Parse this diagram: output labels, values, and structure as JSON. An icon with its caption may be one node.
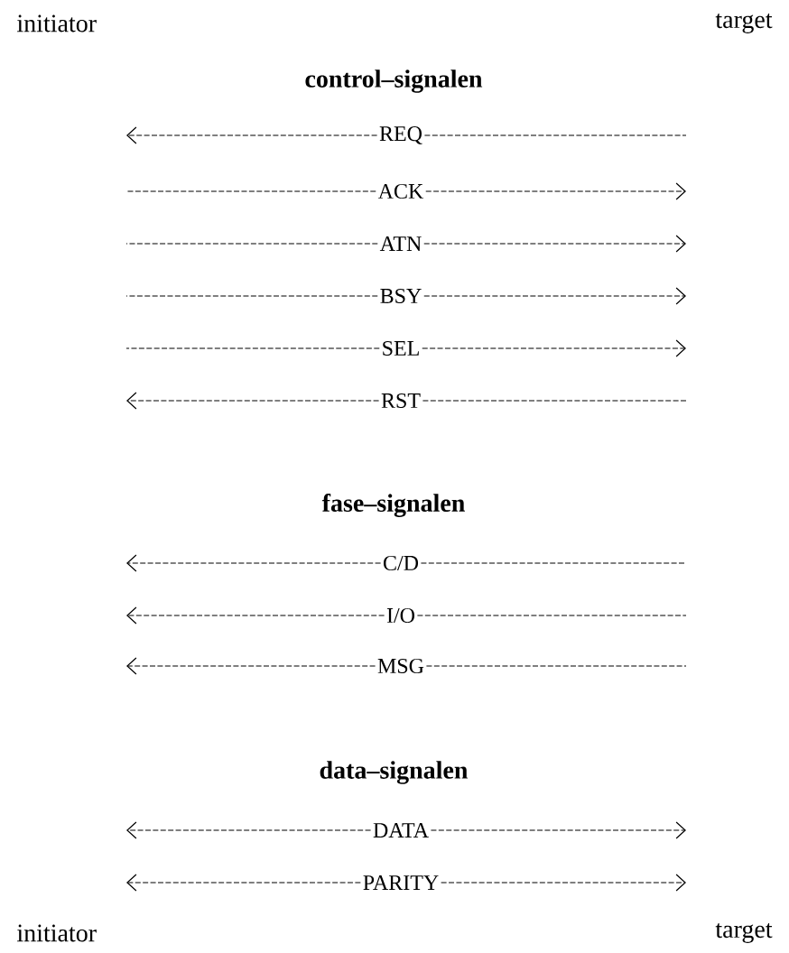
{
  "diagram": {
    "nodes": [
      {
        "text": [
          "REQ"
        ]
      },
      {
        "text": [
          "ACK"
        ]
      },
      {
        "text": [
          "ATN"
        ]
      },
      {
        "text": [
          "BSY"
        ]
      },
      {
        "text": [
          "SEL"
        ]
      },
      {
        "text": [
          "RST"
        ]
      },
      {
        "text": [
          "C/D"
        ]
      },
      {
        "text": [
          "I/O"
        ]
      },
      {
        "text": [
          "MSG"
        ]
      },
      {
        "text": [
          "DATA"
        ]
      },
      {
        "text": [
          "PARITY"
        ]
      }
    ],
    "edges": [
      {
        "from": 0,
        "to": null,
        "arrow": "to",
        "style": "dashed"
      },
      {
        "from": 0,
        "to": null,
        "arrow": "none",
        "style": "dashed"
      },
      {
        "from": 1,
        "to": null,
        "arrow": "none",
        "style": "dashed"
      },
      {
        "from": 1,
        "to": null,
        "arrow": "to",
        "style": "dashed"
      },
      {
        "from": 2,
        "to": null,
        "arrow": "none",
        "style": "dashed"
      },
      {
        "from": 2,
        "to": null,
        "arrow": "to",
        "style": "dashed"
      },
      {
        "from": 3,
        "to": null,
        "arrow": "none",
        "style": "dashed"
      },
      {
        "from": 3,
        "to": null,
        "arrow": "to",
        "style": "dashed"
      },
      {
        "from": 4,
        "to": null,
        "arrow": "none",
        "style": "dashed"
      },
      {
        "from": 4,
        "to": null,
        "arrow": "to",
        "style": "dashed"
      },
      {
        "from": 5,
        "to": null,
        "arrow": "to",
        "style": "dashed"
      },
      {
        "from": 5,
        "to": null,
        "arrow": "none",
        "style": "dashed"
      },
      {
        "from": 6,
        "to": null,
        "arrow": "to",
        "style": "dashed"
      },
      {
        "from": 6,
        "to": null,
        "arrow": "none",
        "style": "dashed"
      },
      {
        "from": 7,
        "to": null,
        "arrow": "to",
        "style": "dashed"
      },
      {
        "from": 7,
        "to": null,
        "arrow": "none",
        "style": "dashed"
      },
      {
        "from": 8,
        "to": null,
        "arrow": "to",
        "style": "dashed"
      },
      {
        "from": 8,
        "to": null,
        "arrow": "none",
        "style": "dashed"
      },
      {
        "from": 9,
        "to": null,
        "arrow": "to",
        "style": "dashed"
      },
      {
        "from": 9,
        "to": null,
        "arrow": "to",
        "style": "dashed"
      },
      {
        "from": 10,
        "to": null,
        "arrow": "to",
        "style": "dashed"
      },
      {
        "from": 10,
        "to": null,
        "arrow": "to",
        "style": "dashed"
      }
    ],
    "labels": [
      "initiator",
      "target",
      "control–signalen",
      "fase–signalen",
      "data–signalen",
      "initiator",
      "target"
    ]
  }
}
